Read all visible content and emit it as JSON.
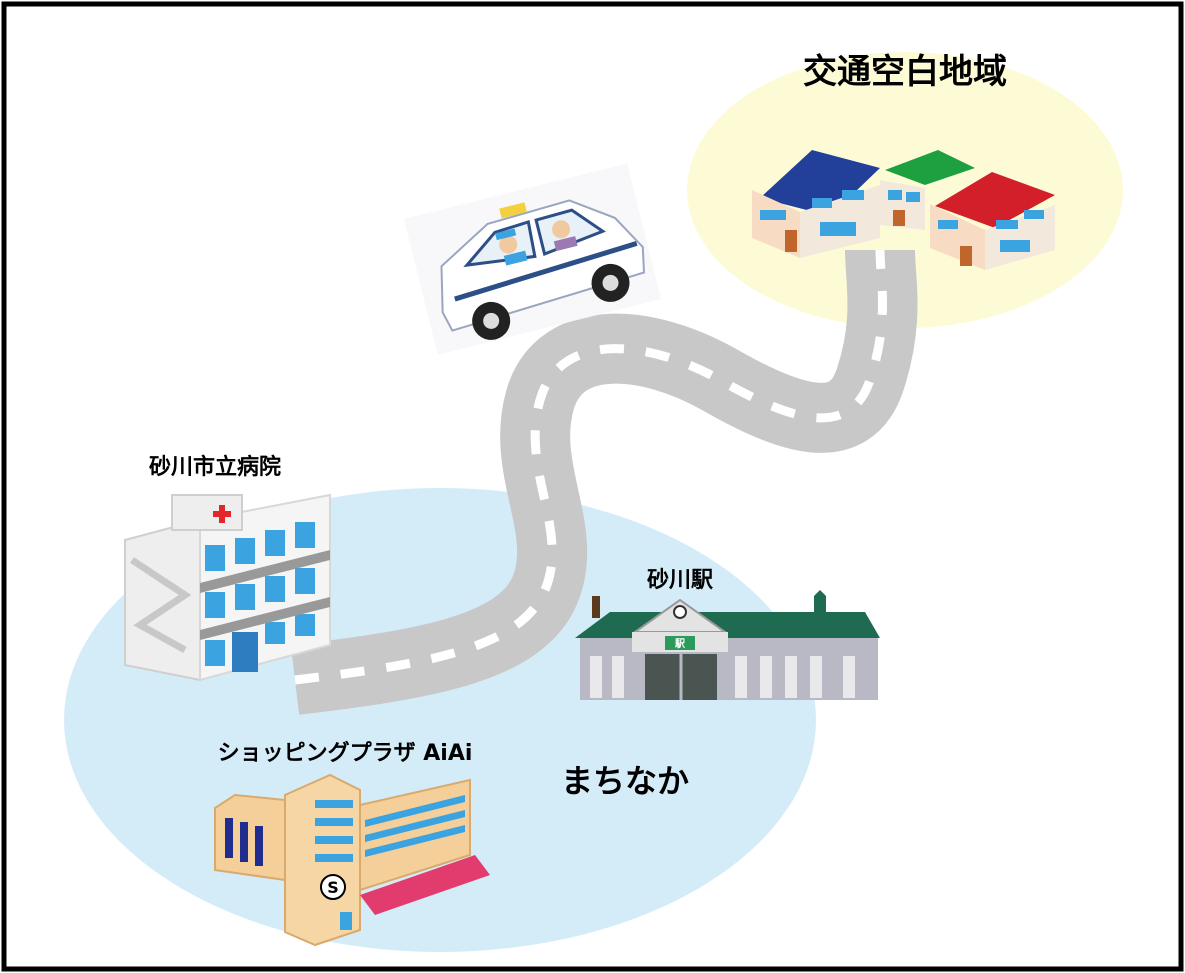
{
  "labels": {
    "region_outskirts": "交通空白地域",
    "hospital": "砂川市立病院",
    "station": "砂川駅",
    "shopping": "ショッピングプラザ AiAi",
    "downtown": "まちなか",
    "station_sign": "駅",
    "shop_badge": "S"
  },
  "colors": {
    "downtown_area": "#d4ebf8",
    "outskirts_area": "#fdfbd6",
    "road": "#c8c8c8",
    "road_marking": "#ffffff",
    "border": "#000000",
    "station_roof": "#1e6b52",
    "hospital_window": "#3aa3e0",
    "shop_body": "#f5cf9a",
    "shop_awning": "#e23c6e",
    "house_roof_blue": "#22409a",
    "house_roof_green": "#1fa040",
    "house_roof_red": "#d21f2a"
  }
}
